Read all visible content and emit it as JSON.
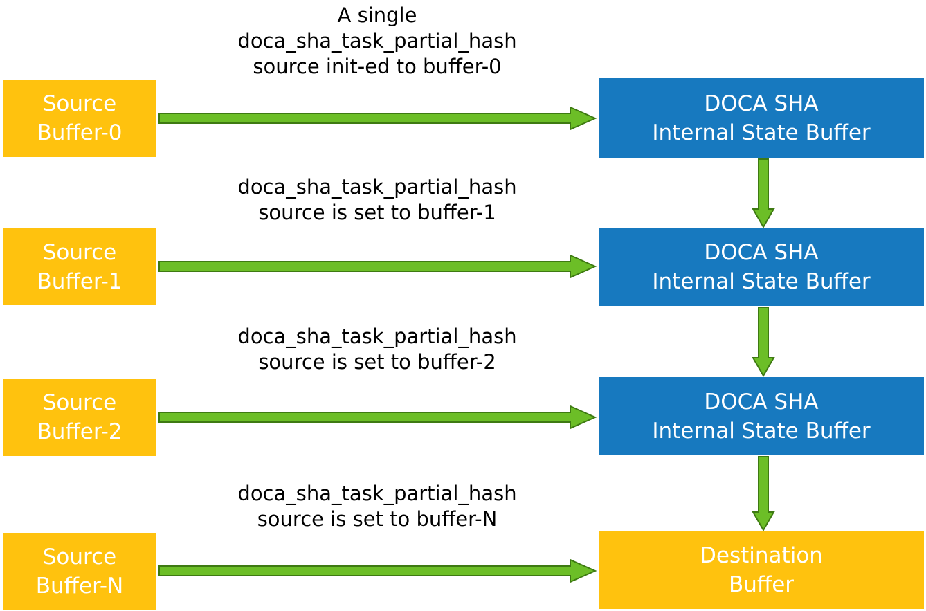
{
  "diagram": {
    "title": "DOCA SHA partial hash task flow",
    "colors": {
      "source_box": "#FFC20E",
      "state_box": "#1779BF",
      "dest_box": "#FFC20E",
      "arrow_fill": "#6CBE27",
      "arrow_stroke": "#3E7A12",
      "box_text": "#FFFFFF",
      "label_text": "#000000"
    },
    "rows": [
      {
        "label": "A single\ndoca_sha_task_partial_hash\nsource init-ed to buffer-0",
        "source_label": "Source\nBuffer-0",
        "target_label": "DOCA SHA\nInternal State Buffer"
      },
      {
        "label": "doca_sha_task_partial_hash\nsource is set to buffer-1",
        "source_label": "Source\nBuffer-1",
        "target_label": "DOCA SHA\nInternal State Buffer"
      },
      {
        "label": "doca_sha_task_partial_hash\nsource is set to buffer-2",
        "source_label": "Source\nBuffer-2",
        "target_label": "DOCA SHA\nInternal State Buffer"
      },
      {
        "label": "doca_sha_task_partial_hash\nsource is set to buffer-N",
        "source_label": "Source\nBuffer-N",
        "target_label": "Destination\nBuffer"
      }
    ]
  }
}
